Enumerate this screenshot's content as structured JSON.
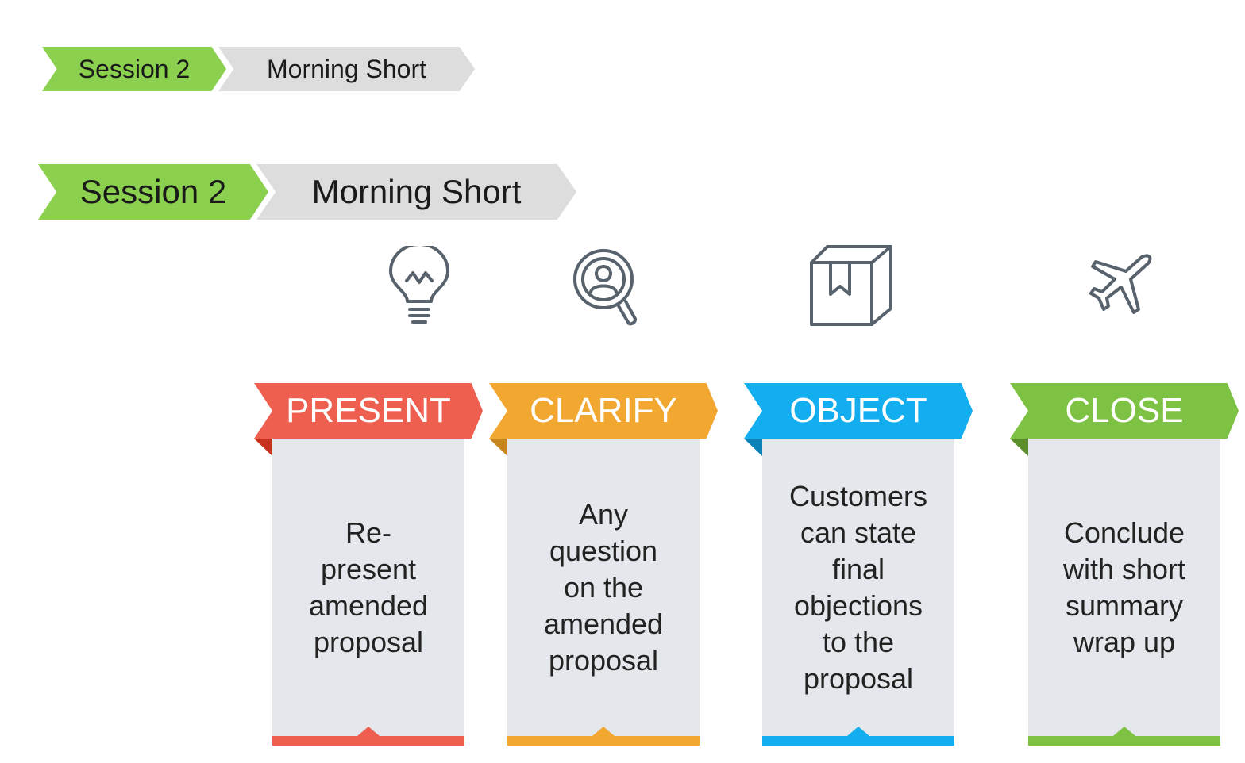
{
  "header_small": {
    "session": "Session 2",
    "title": "Morning Short"
  },
  "header_large": {
    "session": "Session 2",
    "title": "Morning Short"
  },
  "colors": {
    "green": "#8BD04E",
    "gray": "#DDDDDD",
    "present": "#EF5F50",
    "clarify": "#F2A830",
    "object": "#12AEEF",
    "close": "#7DC242"
  },
  "steps": [
    {
      "label": "PRESENT",
      "icon": "lightbulb-icon",
      "text": "Re-\npresent amended proposal"
    },
    {
      "label": "CLARIFY",
      "icon": "search-user-icon",
      "text": "Any question on the amended proposal"
    },
    {
      "label": "OBJECT",
      "icon": "box-icon",
      "text": "Customers can state final objections to the proposal"
    },
    {
      "label": "CLOSE",
      "icon": "airplane-icon",
      "text": "Conclude with short summary wrap up"
    }
  ]
}
